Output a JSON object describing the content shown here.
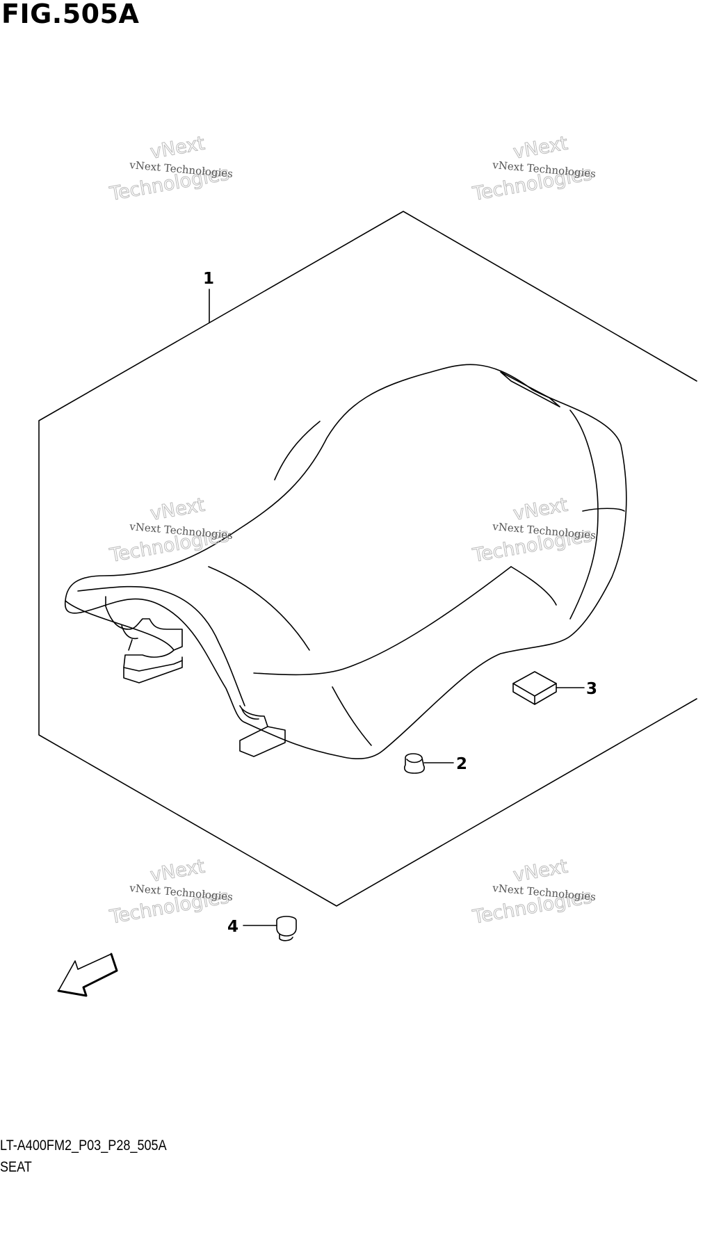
{
  "figure": {
    "title": "FIG.505A"
  },
  "callouts": [
    "1",
    "2",
    "3",
    "4"
  ],
  "fwd_label": "FWD",
  "watermark": {
    "line": "vNext Technologies",
    "big_top": "vNext",
    "big_bottom": "Technologies"
  },
  "footer": {
    "code": "LT-A400FM2_P03_P28_505A",
    "name": "SEAT"
  }
}
